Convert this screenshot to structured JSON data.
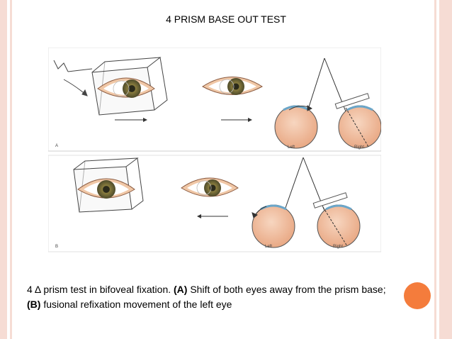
{
  "slide": {
    "title": "4 PRISM BASE OUT TEST",
    "caption": {
      "prefix": "4 Δ prism test in bifoveal fixation. ",
      "label_a": "(A)",
      "text_a": " Shift of both eyes away from the prism base; ",
      "label_b": "(B)",
      "text_b": " fusional refixation movement of the left eye"
    }
  },
  "figure": {
    "panel_a": {
      "tag": "A",
      "eye_left": "Left",
      "eye_right": "Right"
    },
    "panel_b": {
      "tag": "B",
      "eye_left": "Left",
      "eye_right": "Right"
    }
  },
  "colors": {
    "accent_dot": "#f47c3c",
    "border": "#f6dcd4",
    "globe": "#f2c3a4",
    "iris": "#6b6a3a"
  }
}
